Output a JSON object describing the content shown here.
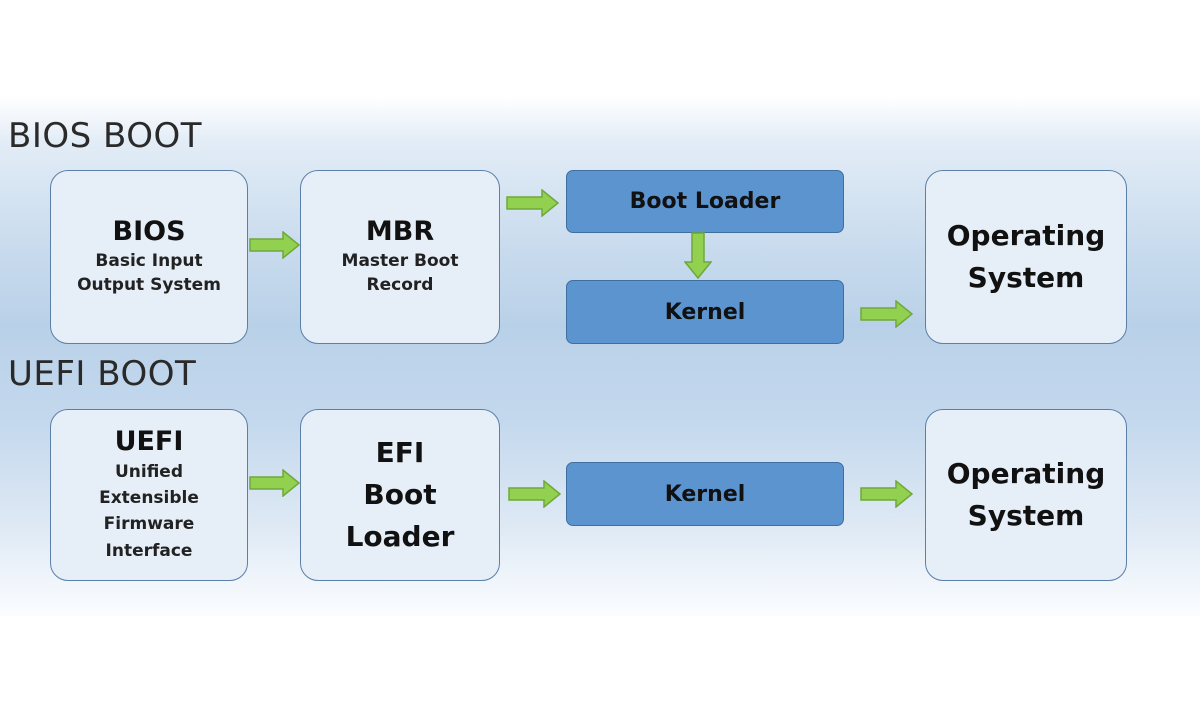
{
  "bios_section": {
    "title": "BIOS BOOT",
    "bios": {
      "title": "BIOS",
      "subtitle": "Basic Input\nOutput System"
    },
    "mbr": {
      "title": "MBR",
      "subtitle": "Master Boot\nRecord"
    },
    "boot_loader": "Boot Loader",
    "kernel": "Kernel",
    "os": "Operating\nSystem"
  },
  "uefi_section": {
    "title": "UEFI BOOT",
    "uefi": {
      "title": "UEFI",
      "subtitle": "Unified\nExtensible\nFirmware\nInterface"
    },
    "efi": "EFI\nBoot\nLoader",
    "kernel": "Kernel",
    "os": "Operating\nSystem"
  },
  "colors": {
    "arrow_fill": "#92d050",
    "arrow_stroke": "#6fa83a",
    "blue_box": "#5c94d0",
    "light_box": "#e6eff8"
  }
}
